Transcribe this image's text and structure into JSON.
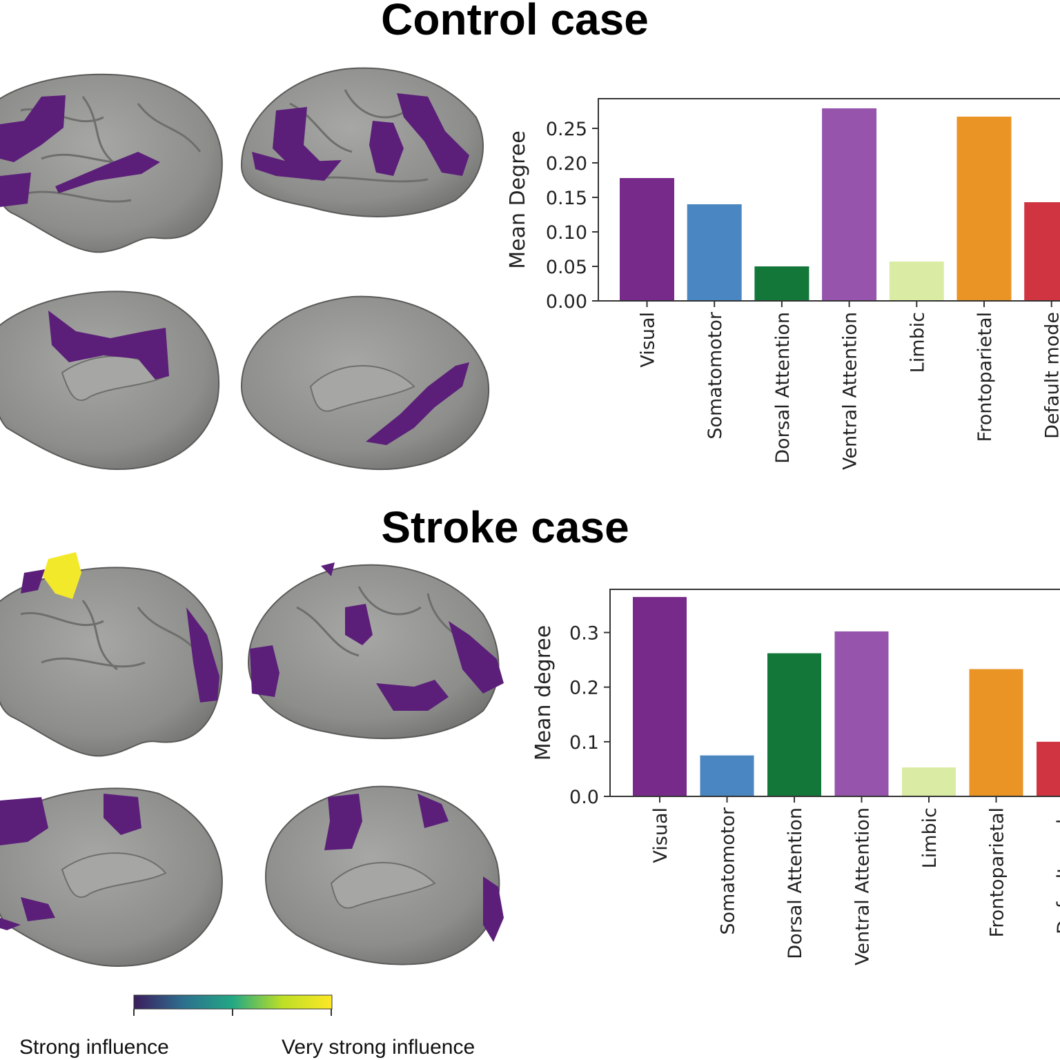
{
  "titles": {
    "control": "Control case",
    "stroke": "Stroke case"
  },
  "colorbar": {
    "left_label": "Strong influence",
    "right_label": "Very strong influence",
    "colors": [
      "#3b1d5c",
      "#2d6f8e",
      "#23a884",
      "#bddf26",
      "#fde725"
    ]
  },
  "brain": {
    "surface_color": "#8e8f8c",
    "highlight_color": "#5b1f79",
    "hotspot_color": "#f3e92b"
  },
  "chart_data": [
    {
      "type": "bar",
      "categories": [
        "Visual",
        "Somatomotor",
        "Dorsal Attention",
        "Ventral Attention",
        "Limbic",
        "Frontoparietal",
        "Default mode"
      ],
      "values": [
        0.178,
        0.14,
        0.05,
        0.279,
        0.057,
        0.267,
        0.143
      ],
      "colors": [
        "#772a8a",
        "#4a86c1",
        "#13773a",
        "#9654ad",
        "#daeba3",
        "#ea9425",
        "#cf3440"
      ],
      "ylabel": "Mean Degree",
      "yticks": [
        0.0,
        0.05,
        0.1,
        0.15,
        0.2,
        0.25
      ],
      "ylim": [
        0,
        0.293
      ]
    },
    {
      "type": "bar",
      "categories": [
        "Visual",
        "Somatomotor",
        "Dorsal Attention",
        "Ventral Attention",
        "Limbic",
        "Frontoparietal",
        "Default mode"
      ],
      "values": [
        0.365,
        0.075,
        0.262,
        0.302,
        0.053,
        0.233,
        0.1
      ],
      "colors": [
        "#772a8a",
        "#4a86c1",
        "#13773a",
        "#9654ad",
        "#daeba3",
        "#ea9425",
        "#cf3440"
      ],
      "ylabel": "Mean degree",
      "yticks": [
        0.0,
        0.1,
        0.2,
        0.3
      ],
      "ylim": [
        0,
        0.379
      ]
    }
  ]
}
